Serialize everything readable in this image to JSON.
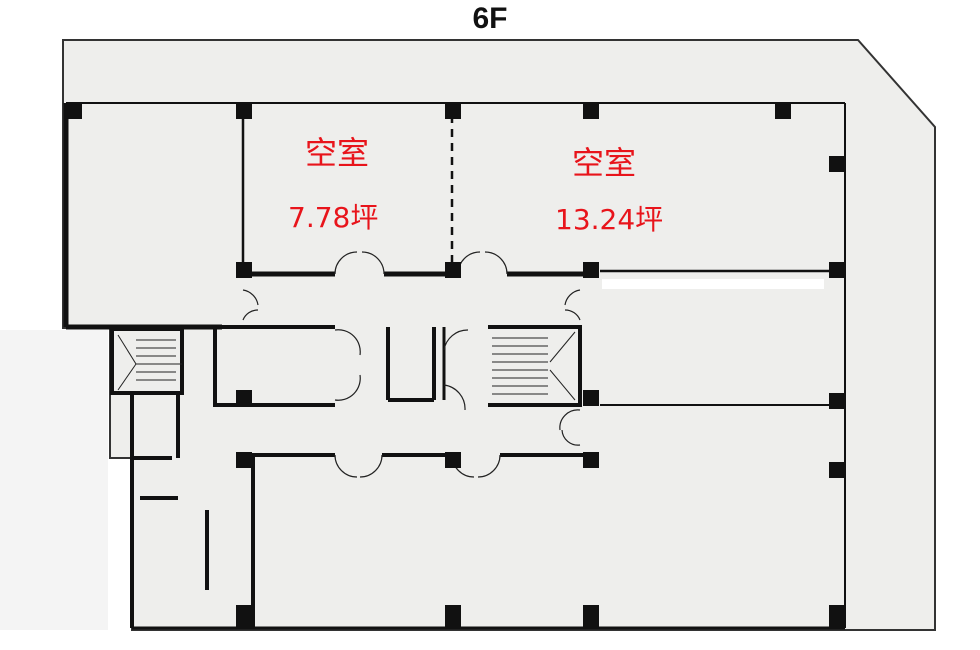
{
  "floor_label": "6F",
  "units": [
    {
      "status": "空室",
      "area": "7.78坪"
    },
    {
      "status": "空室",
      "area": "13.24坪"
    }
  ],
  "colors": {
    "label": "#e8141b",
    "floor": "#eeeeec",
    "wall": "#111111"
  }
}
